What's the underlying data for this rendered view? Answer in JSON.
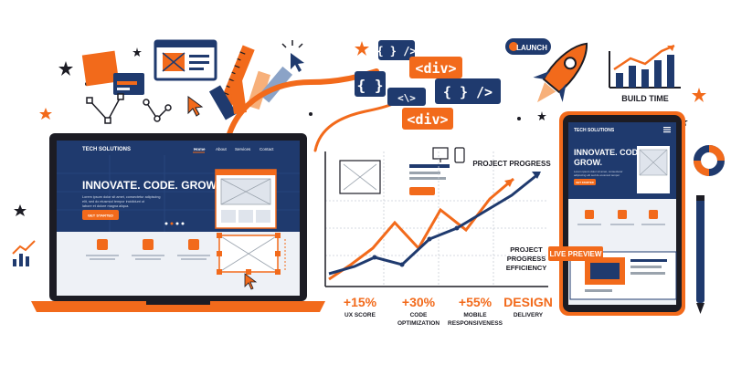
{
  "colors": {
    "navy": "#1f3a6e",
    "orange": "#f26a1b",
    "dark": "#1c1c24",
    "light_bg": "#eef1f6",
    "gray": "#9aa3ad"
  },
  "laptop": {
    "brand": "TECH SOLUTIONS",
    "nav": [
      "Home",
      "About",
      "Services",
      "Contact"
    ],
    "headline": "INNOVATE. CODE. GROW.",
    "subtext": [
      "Lorem ipsum dolor sit amet, consectetur adipiscing",
      "elit, sed do eiusmod tempor incididunt ut",
      "labore et dolore magna aliqua."
    ],
    "cta": "GET STARTED"
  },
  "tablet": {
    "brand": "TECH SOLUTIONS",
    "headline": [
      "INNOVATE. CODE.",
      "GROW."
    ],
    "subtext": [
      "Lorem ipsum dolor sit amet, consectetur",
      "adipiscing elit sed do eiusmod tempor"
    ],
    "cta": "GET STARTED",
    "badge": "LIVE PREVIEW"
  },
  "code_tags": [
    "{ } />",
    "<div>",
    "{ }",
    "<\\>",
    "{ } />",
    "<div>"
  ],
  "launch": {
    "label": "LAUNCH"
  },
  "build_time": {
    "label": "BUILD TIME"
  },
  "labels": {
    "project_progress": "PROJECT PROGRESS",
    "efficiency": [
      "PROJECT",
      "PROGRESS",
      "EFFICIENCY"
    ]
  },
  "stats": [
    {
      "value": "+15%",
      "label": [
        "UX SCORE"
      ]
    },
    {
      "value": "+30%",
      "label": [
        "CODE",
        "OPTIMIZATION"
      ]
    },
    {
      "value": "+55%",
      "label": [
        "MOBILE",
        "RESPONSIVENESS"
      ]
    },
    {
      "value": "DESIGN",
      "label": [
        "DELIVERY"
      ]
    }
  ]
}
